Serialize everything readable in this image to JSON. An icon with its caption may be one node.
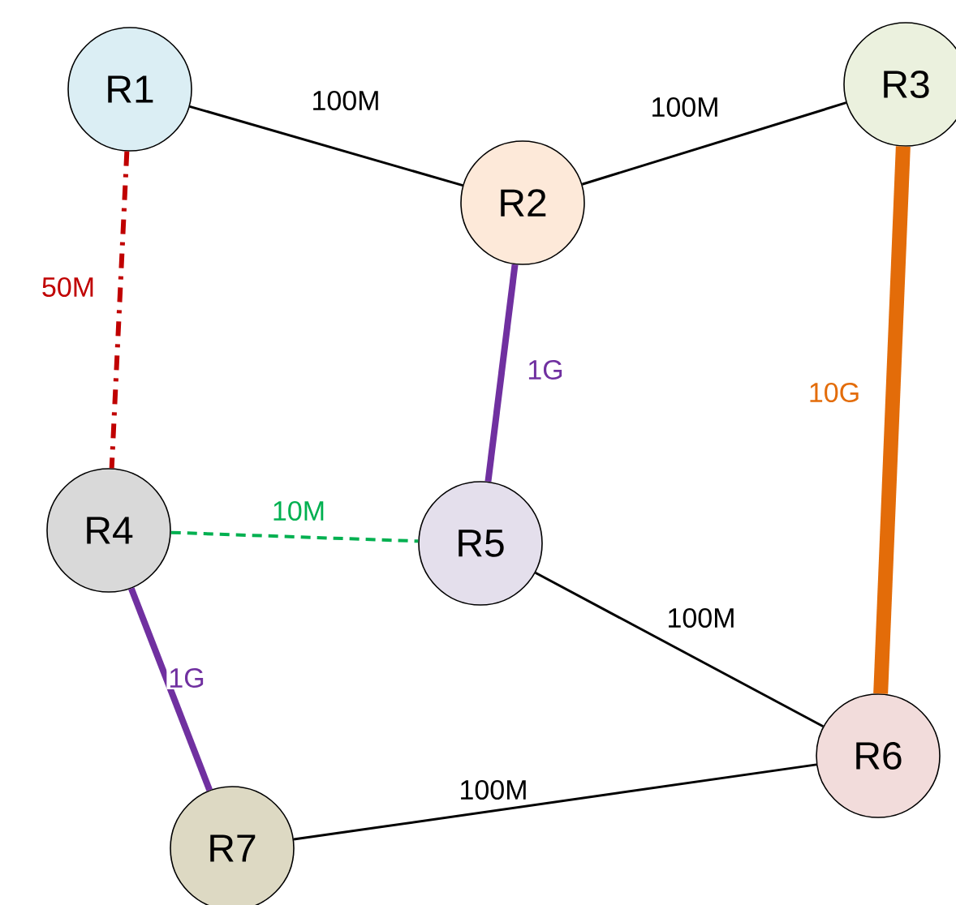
{
  "diagram": {
    "nodes": [
      {
        "text": [
          "R1"
        ]
      },
      {
        "text": [
          "R2"
        ]
      },
      {
        "text": [
          "R3"
        ]
      },
      {
        "text": [
          "R4"
        ]
      },
      {
        "text": [
          "R5"
        ]
      },
      {
        "text": [
          "R6"
        ]
      },
      {
        "text": [
          "R7"
        ]
      }
    ],
    "edges": [
      {
        "from": 0,
        "to": 1,
        "arrow": "none",
        "label": "100M"
      },
      {
        "from": 1,
        "to": 2,
        "arrow": "none",
        "label": "100M"
      },
      {
        "from": 0,
        "to": 3,
        "arrow": "none",
        "label": "50M",
        "style": "dashed",
        "color": "#c00000"
      },
      {
        "from": 1,
        "to": 4,
        "arrow": "none",
        "label": "1G",
        "style": "thick",
        "color": "#7030a0"
      },
      {
        "from": 2,
        "to": 5,
        "arrow": "none",
        "label": "10G",
        "style": "thick",
        "color": "#e36c09"
      },
      {
        "from": 3,
        "to": 4,
        "arrow": "none",
        "label": "10M",
        "style": "dashed",
        "color": "#00b050"
      },
      {
        "from": 4,
        "to": 5,
        "arrow": "none",
        "label": "100M"
      },
      {
        "from": 3,
        "to": 6,
        "arrow": "none",
        "label": "1G",
        "style": "thick",
        "color": "#7030a0"
      },
      {
        "from": 6,
        "to": 5,
        "arrow": "none",
        "label": "100M"
      }
    ]
  }
}
